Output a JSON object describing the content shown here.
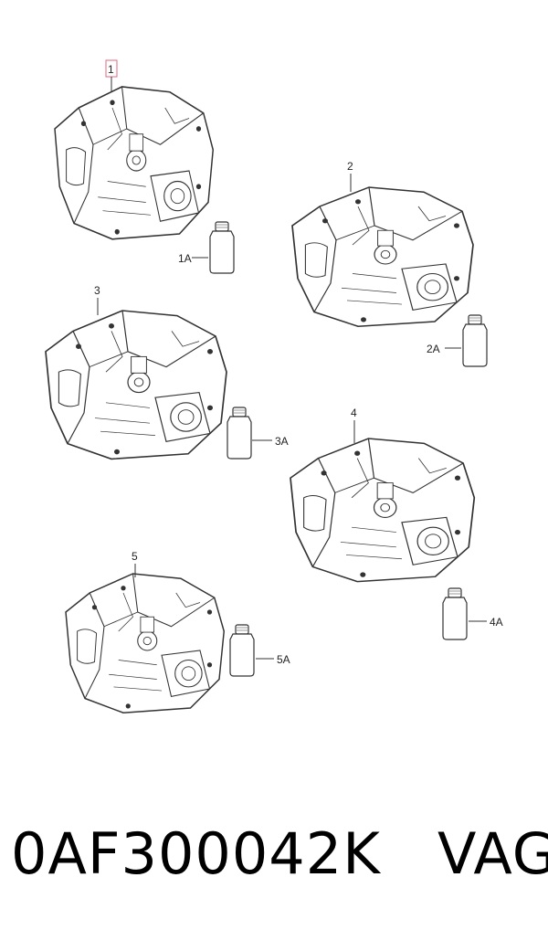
{
  "callouts": {
    "c1": "1",
    "c1a": "1A",
    "c2": "2",
    "c2a": "2A",
    "c3": "3",
    "c3a": "3A",
    "c4": "4",
    "c4a": "4A",
    "c5": "5",
    "c5a": "5A"
  },
  "caption": "0AF300042K   VAG",
  "colors": {
    "line": "#333333",
    "highlight": "#e06a80",
    "fill": "#ffffff"
  },
  "icons": [
    "gearbox-drawing",
    "oil-bottle-icon"
  ]
}
